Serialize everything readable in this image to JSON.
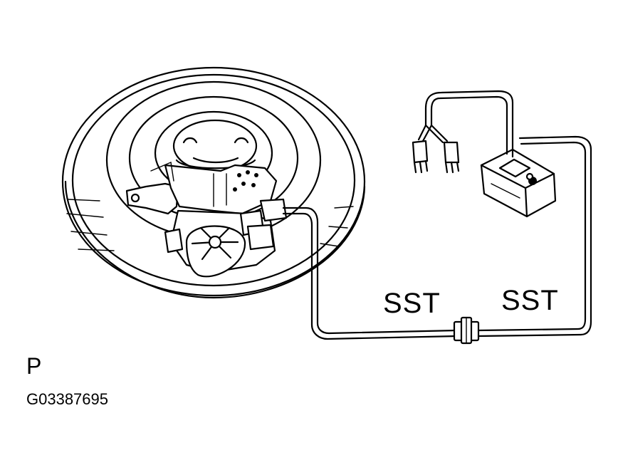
{
  "labels": {
    "sst_left": "SST",
    "sst_right": "SST",
    "view_letter": "P",
    "figure_code": "G03387695"
  }
}
